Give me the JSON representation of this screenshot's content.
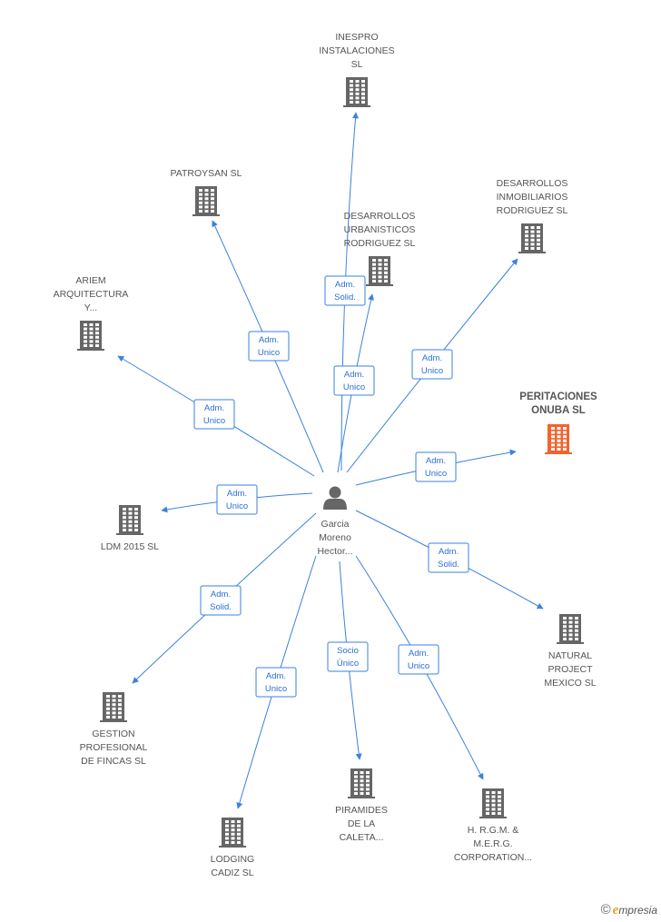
{
  "colors": {
    "edge": "#3b82dd",
    "building": "#666666",
    "highlight": "#f2632d",
    "person": "#666666"
  },
  "person": {
    "lines": [
      "Garcia",
      "Moreno",
      "Hector..."
    ]
  },
  "companies": [
    {
      "id": "inespro",
      "lines": [
        "INESPRO",
        "INSTALACIONES",
        "SL"
      ]
    },
    {
      "id": "patroysan",
      "lines": [
        "PATROYSAN SL"
      ]
    },
    {
      "id": "desarrollos-urbanisticos",
      "lines": [
        "DESARROLLOS",
        "URBANISTICOS",
        "RODRIGUEZ  SL"
      ]
    },
    {
      "id": "desarrollos-inmobiliarios",
      "lines": [
        "DESARROLLOS",
        "INMOBILIARIOS",
        "RODRIGUEZ  SL"
      ]
    },
    {
      "id": "ariem",
      "lines": [
        "ARIEM",
        "ARQUITECTURA",
        "Y..."
      ]
    },
    {
      "id": "peritaciones",
      "lines": [
        "PERITACIONES",
        "ONUBA SL"
      ],
      "highlight": true
    },
    {
      "id": "ldm",
      "lines": [
        "LDM 2015  SL"
      ]
    },
    {
      "id": "natural",
      "lines": [
        "NATURAL",
        "PROJECT",
        "MEXICO SL"
      ]
    },
    {
      "id": "gestion",
      "lines": [
        "GESTION",
        "PROFESIONAL",
        "DE FINCAS SL"
      ]
    },
    {
      "id": "piramides",
      "lines": [
        "PIRAMIDES",
        "DE LA",
        "CALETA..."
      ]
    },
    {
      "id": "hrgm",
      "lines": [
        "H. R.G.M. &",
        "M.E.R.G.",
        "CORPORATION..."
      ]
    },
    {
      "id": "lodging",
      "lines": [
        "LODGING",
        "CADIZ SL"
      ]
    }
  ],
  "edges": [
    {
      "to": "inespro",
      "role": [
        "Adm.",
        "Solid."
      ]
    },
    {
      "to": "patroysan",
      "role": [
        "Adm.",
        "Unico"
      ]
    },
    {
      "to": "desarrollos-urbanisticos",
      "role": [
        "Adm.",
        "Unico"
      ]
    },
    {
      "to": "desarrollos-inmobiliarios",
      "role": [
        "Adm.",
        "Unico"
      ]
    },
    {
      "to": "ariem",
      "role": [
        "Adm.",
        "Unico"
      ]
    },
    {
      "to": "peritaciones",
      "role": [
        "Adm.",
        "Unico"
      ]
    },
    {
      "to": "ldm",
      "role": [
        "Adm.",
        "Unico"
      ]
    },
    {
      "to": "natural",
      "role": [
        "Adm.",
        "Solid."
      ]
    },
    {
      "to": "gestion",
      "role": [
        "Adm.",
        "Solid."
      ]
    },
    {
      "to": "piramides",
      "role": [
        "Socio",
        "Único"
      ]
    },
    {
      "to": "hrgm",
      "role": [
        "Adm.",
        "Unico"
      ]
    },
    {
      "to": "lodging",
      "role": [
        "Adm.",
        "Unico"
      ]
    }
  ],
  "footer": {
    "copyright": "©",
    "brand_initial": "e",
    "brand_rest": "mpresia"
  }
}
